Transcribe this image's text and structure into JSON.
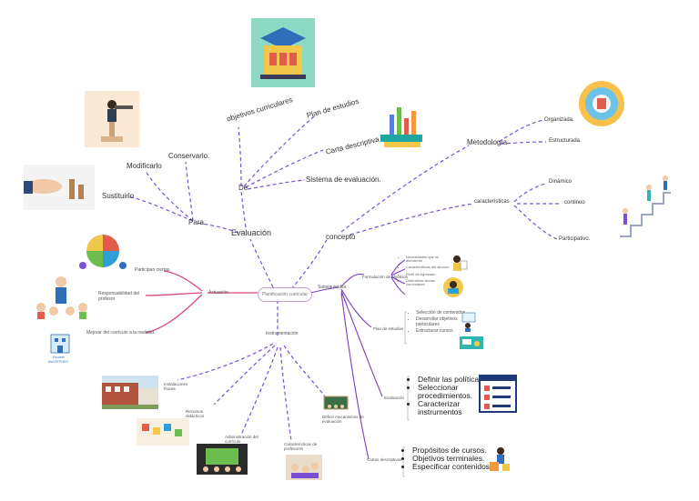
{
  "colors": {
    "purple": "#7b4fd6",
    "pink": "#e0457a",
    "lavender": "#9c6dcf"
  },
  "center": "Planificación curricular",
  "evaluacion_branch": {
    "title": "Evaluación",
    "para": "Para",
    "de": "De",
    "para_items": [
      "Conservarlo.",
      "Modificarlo",
      "Sustituirlo"
    ],
    "de_items": [
      "objetivos curriculares",
      "Plan de estudios",
      "Carta descriptiva",
      "Sistema de evaluación."
    ]
  },
  "concepto_branch": {
    "title": "concepto",
    "metodologia": "Metodología",
    "metodologia_items": [
      "Organizada.",
      "Estructurada."
    ],
    "caracteristicas": "características",
    "caracteristicas_items": [
      "Dinámico",
      "continuo",
      "Participativo."
    ]
  },
  "actuacion_branch": {
    "title": "Actuación",
    "items": [
      "Participan ciertas",
      "Responsabilidad del profesor",
      "Mejorar del currículo a la realidad"
    ]
  },
  "instrumentacion_branch": {
    "title": "Instrumentación",
    "items": [
      "Instalaciones físicas",
      "Recursos didácticos",
      "Administración del currículo",
      "Características de profesores",
      "Definir mecanismos de evaluación"
    ]
  },
  "subsiguientes_branch": {
    "title": "Subsiguientes",
    "formulacion": "Formulación de objetivos",
    "formulacion_items": [
      "Necesidades que se atenderán",
      "Características del alumno",
      "Perfil de egresado",
      "Determinar temas curriculares"
    ],
    "plan": "Plan de estudios",
    "plan_items": [
      "Selección de contenidos",
      "Desarrollar objetivos particulares",
      "Estructurar cursos"
    ],
    "evaluacion": "Evaluación",
    "evaluacion_items": [
      "Definir las políticas.",
      "Seleccionar procedimientos.",
      "Caracterizar instrumentos"
    ],
    "cartas": "Cartas descriptivas",
    "cartas_items": [
      "Propósitos de cursos.",
      "Objetivos terminales.",
      "Especificar contenidos."
    ]
  },
  "icons": [
    "university-building-icon",
    "telescope-person-icon",
    "hand-pushing-icon",
    "books-chart-icon",
    "puzzle-people-icon",
    "teacher-students-icon",
    "school-building-icon",
    "methodology-circle-icon",
    "stairs-climbers-icon",
    "student-reading-icon",
    "students-reading-icon",
    "classroom-board-icon",
    "checklist-screen-icon",
    "podium-speaker-icon",
    "campus-building-icon",
    "didactic-resources-icon",
    "classroom-screen-icon",
    "small-classroom-icon",
    "presentation-class-icon",
    "small-board-icon"
  ],
  "logo": {
    "line1": "Escuela",
    "line2": "MAGISTERIO"
  }
}
